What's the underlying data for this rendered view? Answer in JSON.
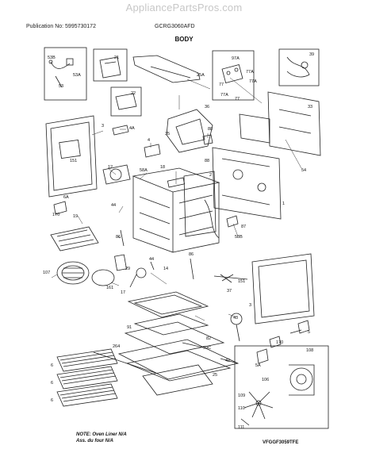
{
  "watermark": "AppliancePartsPros.com",
  "header": {
    "publication": "Publication No: 5995730172",
    "model": "GCRG3060AFD"
  },
  "section_title": "BODY",
  "note": {
    "line1": "NOTE: Oven Liner N/A",
    "line2": "Ass. du four N/A"
  },
  "drawing_code": "VFGGF3059TFE",
  "part_labels": {
    "p53b": "53B",
    "p53a": "53A",
    "p53": "53",
    "p21": "21",
    "p25a": "25A",
    "p97a": "97A",
    "p77a1": "77A",
    "p77a2": "77A",
    "p77a3": "77A",
    "p77a4": "77",
    "p77b": "77",
    "p39": "39",
    "p22": "22",
    "p36": "36",
    "p3a": "3",
    "p151a": "151",
    "p4a": "4A",
    "p4": "4",
    "p35": "35",
    "p88a": "88",
    "p33": "33",
    "p54": "54",
    "p12": "12",
    "p58a": "58A",
    "p18": "18",
    "p88b": "88",
    "p2": "2",
    "p6a": "6A",
    "p44a": "44",
    "p170a": "170",
    "p19": "19",
    "p1": "1",
    "p86a": "86",
    "p87": "87",
    "p58b": "58B",
    "p107": "107",
    "p29": "29",
    "p14": "14",
    "p44b": "44",
    "p86b": "86",
    "p161": "161",
    "p17": "17",
    "p151b": "151",
    "p37": "37",
    "p3b": "3",
    "p43": "43",
    "p5": "5",
    "p91": "91",
    "p82": "82",
    "p264": "264",
    "p59c": "59C",
    "p42": "42",
    "p170b": "170",
    "p108": "108",
    "p5a": "5A",
    "p106": "106",
    "p25": "25",
    "p6a2": "6",
    "p6b": "6",
    "p6c": "6",
    "p109": "109",
    "p110": "110",
    "p111": "111"
  }
}
